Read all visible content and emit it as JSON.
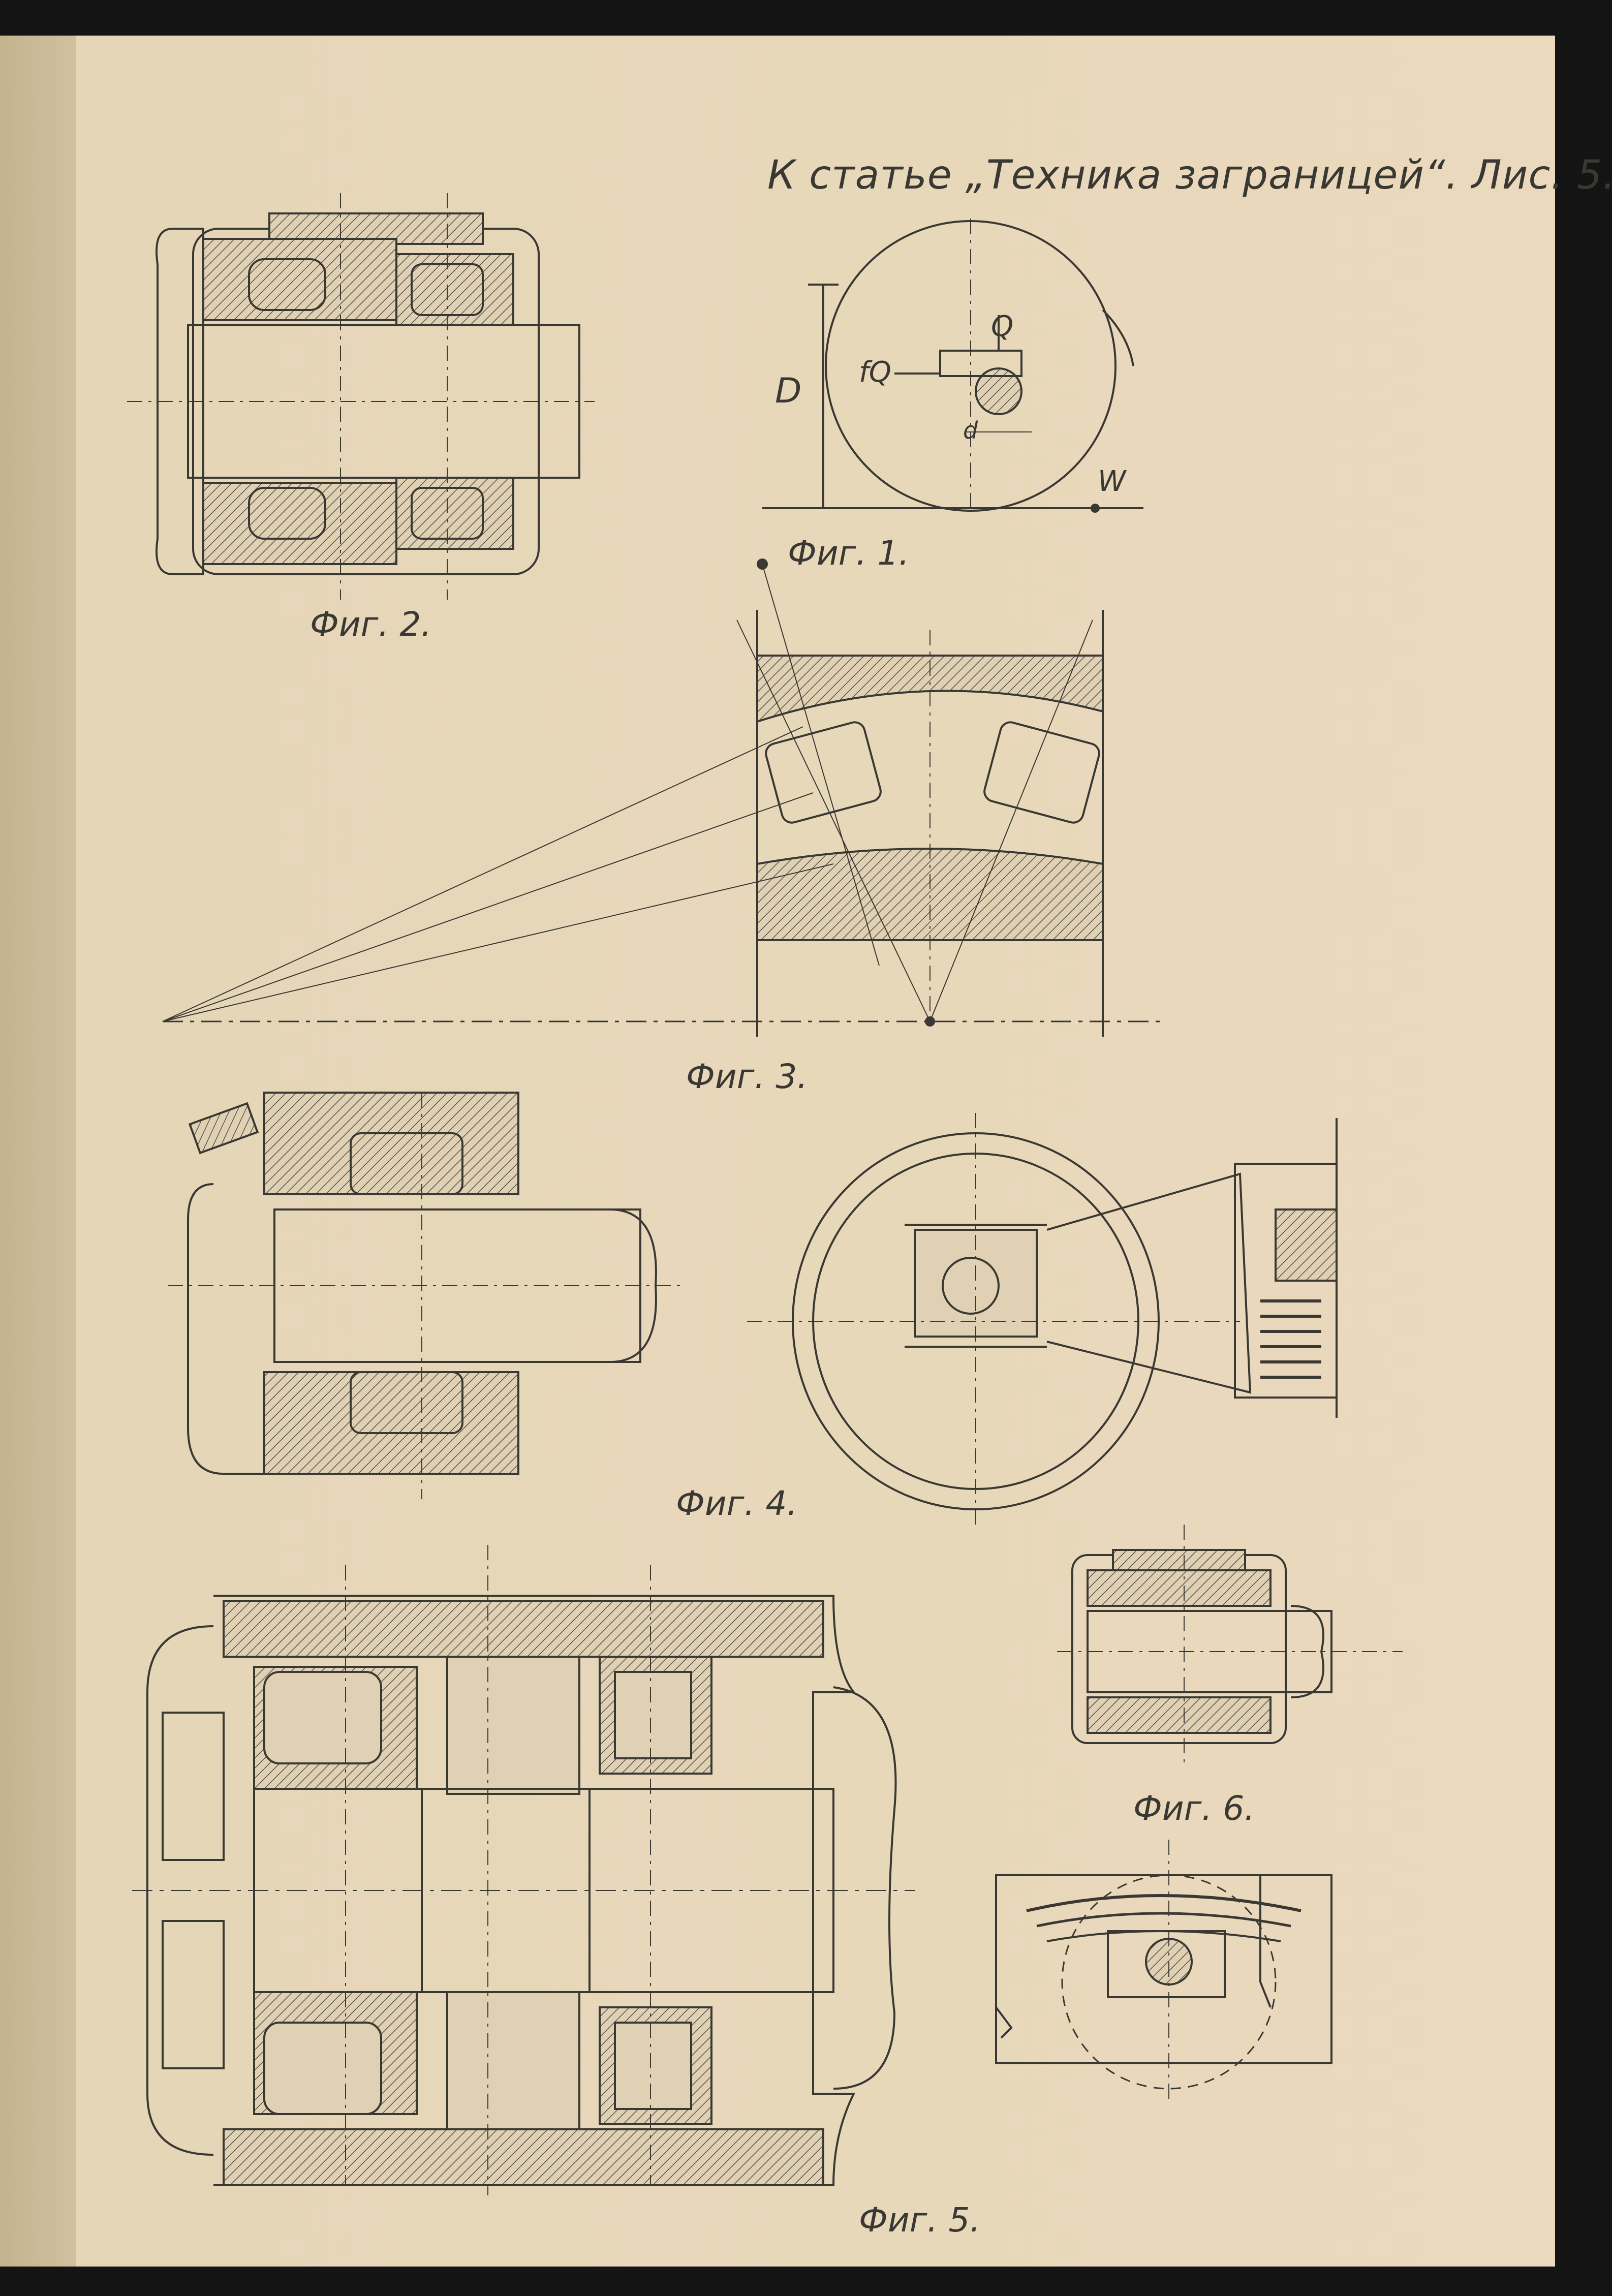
{
  "header": {
    "caption": "К статье „Техника заграницей“. Лис. 5."
  },
  "figures": {
    "fig1": {
      "caption": "Фиг. 1.",
      "labels": {
        "D": "D",
        "Q": "Q",
        "fQ": "fQ",
        "d": "d",
        "W": "W"
      }
    },
    "fig2": {
      "caption": "Фиг. 2."
    },
    "fig3": {
      "caption": "Фиг. 3."
    },
    "fig4": {
      "caption": "Фиг. 4."
    },
    "fig5": {
      "caption": "Фиг. 5."
    },
    "fig6": {
      "caption": "Фиг. 6."
    }
  },
  "colors": {
    "paper": "#e8d9bd",
    "ink": "#3a3833",
    "background": "#141414"
  }
}
